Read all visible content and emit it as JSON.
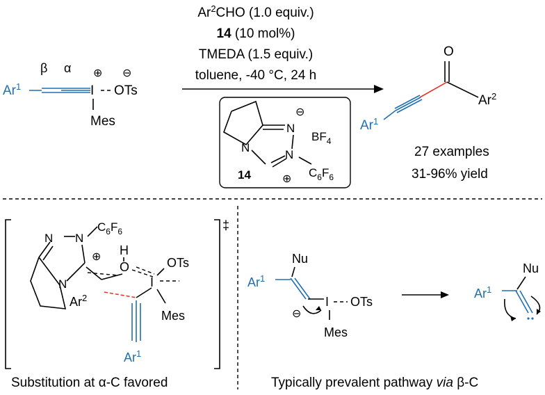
{
  "reaction": {
    "reagent_line1_pre": "Ar",
    "reagent_line1_sup": "2",
    "reagent_line1_post": "CHO (1.0 equiv.)",
    "catalyst_bold": "14",
    "catalyst_rest": " (10 mol%)",
    "base": "TMEDA (1.5 equiv.)",
    "conditions": "toluene, -40 °C, 24 h",
    "catalyst_label": "14",
    "bf4_main": "BF",
    "bf4_sub": "4",
    "c6f6_main": "C",
    "c6f6_sub1": "6",
    "c6f6_mid": "F",
    "c6f6_sub2": "6"
  },
  "substrate": {
    "ar": "Ar",
    "ar_sup": "1",
    "beta": "β",
    "alpha": "α",
    "iodine": "I",
    "ots": "OTs",
    "mes": "Mes",
    "plus": "⊕",
    "minus": "⊖"
  },
  "product": {
    "ar1": "Ar",
    "ar1_sup": "1",
    "ar2": "Ar",
    "ar2_sup": "2",
    "oxygen": "O",
    "examples": "27 examples",
    "yield": "31-96% yield"
  },
  "transition_state": {
    "n": "N",
    "h": "H",
    "o": "O",
    "iodine": "I",
    "ots": "OTs",
    "mes": "Mes",
    "ar2": "Ar",
    "ar2_sup": "2",
    "ar1": "Ar",
    "ar1_sup": "1",
    "dagger": "‡",
    "caption_pre": "Substitution at ",
    "caption_greek": "α",
    "caption_post": "-C favored"
  },
  "beta_path": {
    "nu": "Nu",
    "ar": "Ar",
    "ar_sup": "1",
    "iodine": "I",
    "ots": "OTs",
    "mes": "Mes",
    "caption_pre": "Typically prevalent pathway ",
    "caption_italic": "via",
    "caption_greek": " β",
    "caption_post": "-C"
  }
}
